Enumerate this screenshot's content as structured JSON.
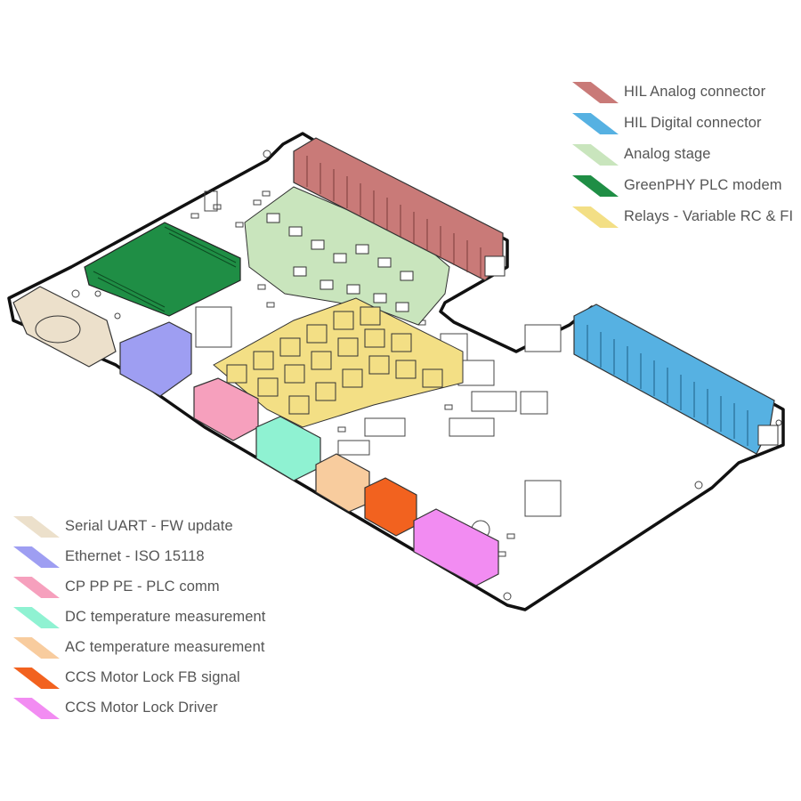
{
  "legend_top": [
    {
      "label": "HIL Analog connector",
      "color": "#c97a78"
    },
    {
      "label": "HIL Digital connector",
      "color": "#56b1e2"
    },
    {
      "label": "Analog stage",
      "color": "#c9e5bd"
    },
    {
      "label": "GreenPHY PLC modem",
      "color": "#1f8e45"
    },
    {
      "label": "Relays - Variable RC & FI",
      "color": "#f3df85"
    }
  ],
  "legend_bottom": [
    {
      "label": "Serial UART - FW update",
      "color": "#ece0cb"
    },
    {
      "label": "Ethernet - ISO 15118",
      "color": "#9e9ef2"
    },
    {
      "label": "CP PP PE - PLC comm",
      "color": "#f6a0bd"
    },
    {
      "label": "DC temperature measurement",
      "color": "#8ff2d2"
    },
    {
      "label": "AC temperature measurement",
      "color": "#f8cc9e"
    },
    {
      "label": "CCS Motor Lock FB signal",
      "color": "#f2621f"
    },
    {
      "label": "CCS Motor Lock Driver",
      "color": "#f28cf2"
    }
  ],
  "colors": {
    "outline": "#111111",
    "board": "#ffffff",
    "component_stroke": "#333333"
  }
}
